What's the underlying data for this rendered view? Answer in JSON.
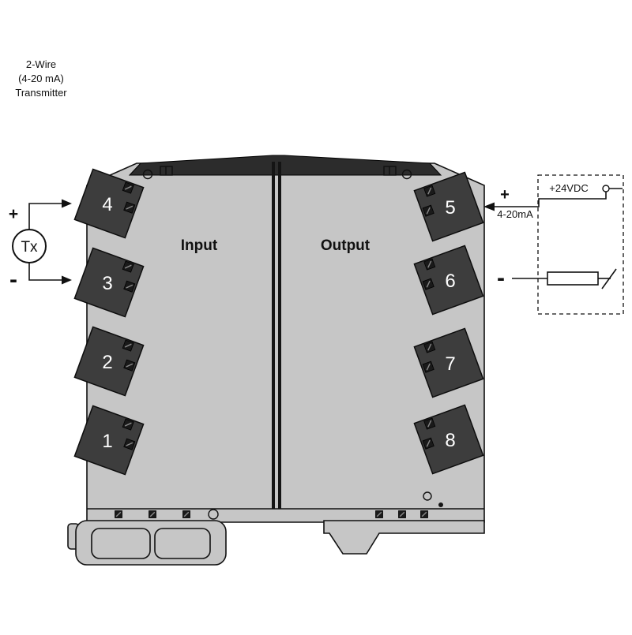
{
  "caption": {
    "line1": "2-Wire",
    "line2": "(4-20 mA)",
    "line3": "Transmitter"
  },
  "tx": {
    "plus": "+",
    "label": "Tx",
    "minus": "-"
  },
  "device": {
    "input_label": "Input",
    "output_label": "Output",
    "terminals_left": [
      "4",
      "3",
      "2",
      "1"
    ],
    "terminals_right": [
      "5",
      "6",
      "7",
      "8"
    ]
  },
  "load": {
    "plus": "+",
    "signal": "4-20mA",
    "supply": "+24VDC",
    "minus": "-"
  },
  "colors": {
    "body": "#c6c6c6",
    "terminal": "#3d3d3d",
    "cap": "#2c2c2c",
    "line": "#111111",
    "screw": "#1a1a1a"
  }
}
